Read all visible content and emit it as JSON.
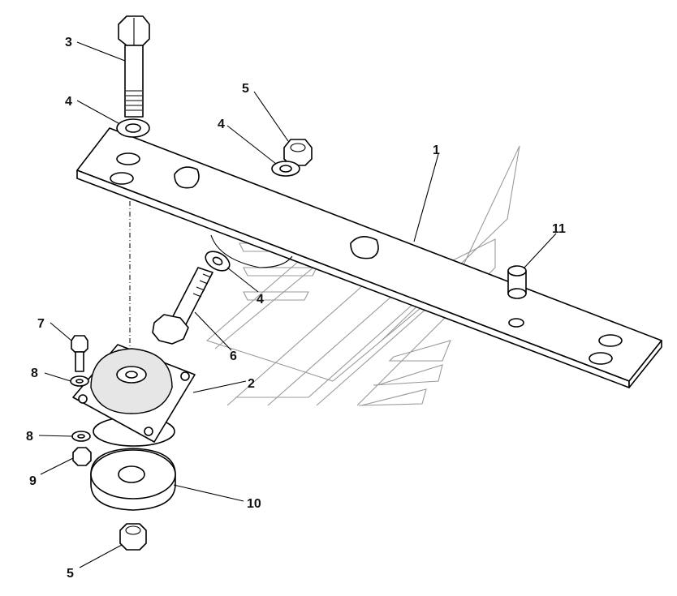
{
  "callouts": [
    {
      "id": "c1",
      "label": "1"
    },
    {
      "id": "c2",
      "label": "2"
    },
    {
      "id": "c3",
      "label": "3"
    },
    {
      "id": "c4a",
      "label": "4"
    },
    {
      "id": "c4b",
      "label": "4"
    },
    {
      "id": "c4c",
      "label": "4"
    },
    {
      "id": "c5a",
      "label": "5"
    },
    {
      "id": "c5b",
      "label": "5"
    },
    {
      "id": "c6",
      "label": "6"
    },
    {
      "id": "c7",
      "label": "7"
    },
    {
      "id": "c8a",
      "label": "8"
    },
    {
      "id": "c8b",
      "label": "8"
    },
    {
      "id": "c9",
      "label": "9"
    },
    {
      "id": "c10",
      "label": "10"
    },
    {
      "id": "c11",
      "label": "11"
    }
  ]
}
